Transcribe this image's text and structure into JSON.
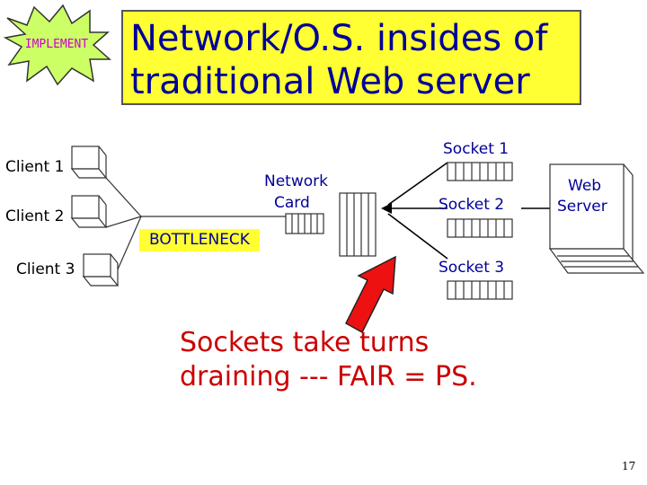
{
  "badge": {
    "label": "IMPLEMENT"
  },
  "title": {
    "line1": "Network/O.S. insides of",
    "line2": "traditional Web server"
  },
  "labels": {
    "client1": "Client 1",
    "client2": "Client 2",
    "client3": "Client 3",
    "network_card_line1": "Network",
    "network_card_line2": "Card",
    "bottleneck": "BOTTLENECK",
    "socket1": "Socket 1",
    "socket2": "Socket 2",
    "socket3": "Socket 3",
    "web_line1": "Web",
    "web_line2": "Server"
  },
  "caption": {
    "line1": "Sockets take turns",
    "line2": "draining --- FAIR = PS."
  },
  "page_number": "17",
  "colors": {
    "title_bg": "#ffff33",
    "title_text": "#000099",
    "badge_fill": "#ccff66",
    "badge_text": "#cc00cc",
    "arrow": "#ee1111",
    "caption": "#cc0000"
  },
  "icons": [
    "starburst-icon",
    "computer-icon",
    "queue-icon",
    "laptop-icon",
    "arrow-icon"
  ]
}
